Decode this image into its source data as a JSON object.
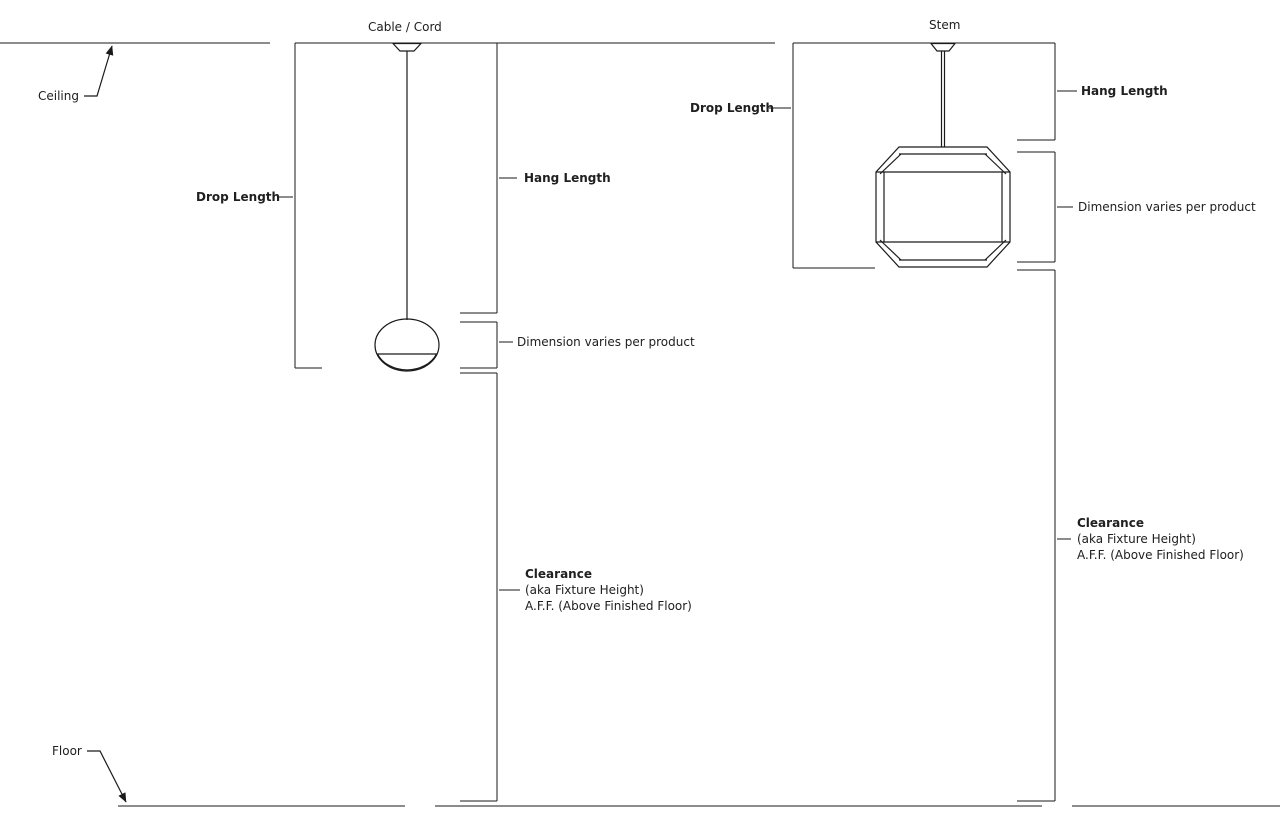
{
  "labels": {
    "ceiling": "Ceiling",
    "floor": "Floor",
    "cable_cord": "Cable / Cord",
    "stem": "Stem",
    "drop_length": "Drop Length",
    "hang_length": "Hang Length",
    "dimension_varies": "Dimension varies per product",
    "clearance_title": "Clearance",
    "clearance_aka": "(aka Fixture Height)",
    "clearance_aff": "A.F.F. (Above Finished Floor)"
  },
  "colors": {
    "background": "#ffffff",
    "line": "#1a1a1a",
    "text": "#202020"
  }
}
